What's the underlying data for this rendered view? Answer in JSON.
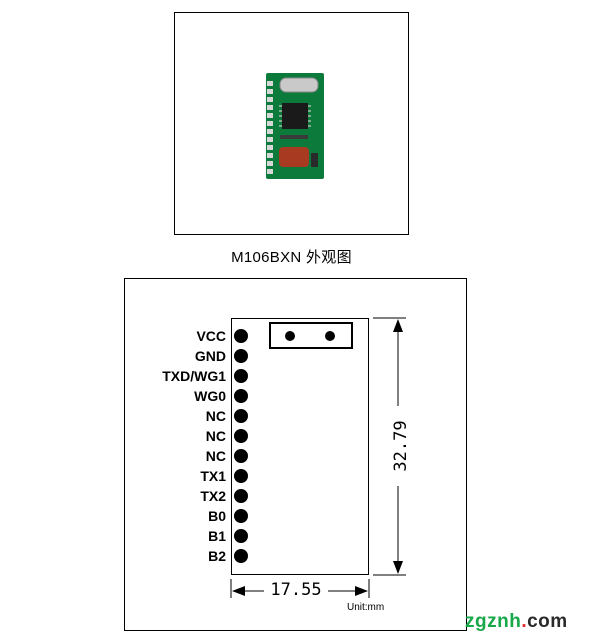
{
  "photo": {
    "icon": "pcb-module-photo",
    "colors": {
      "board": "#0c7a3a",
      "crystal": "#c9c9c9",
      "capacitor": "#a83a22"
    }
  },
  "caption": "M106BXN 外观图",
  "pins": [
    "VCC",
    "GND",
    "TXD/WG1",
    "WG0",
    "NC",
    "NC",
    "NC",
    "TX1",
    "TX2",
    "B0",
    "B1",
    "B2"
  ],
  "dimensions": {
    "width": "17.55",
    "height": "32.79",
    "unit": "Unit:mm"
  },
  "watermark": {
    "part1": "zgznh",
    "dot": ".",
    "part2": "com",
    "colors": {
      "part1": "#18a84a",
      "dot": "#e3262b",
      "part2": "#2a2a2a"
    }
  }
}
